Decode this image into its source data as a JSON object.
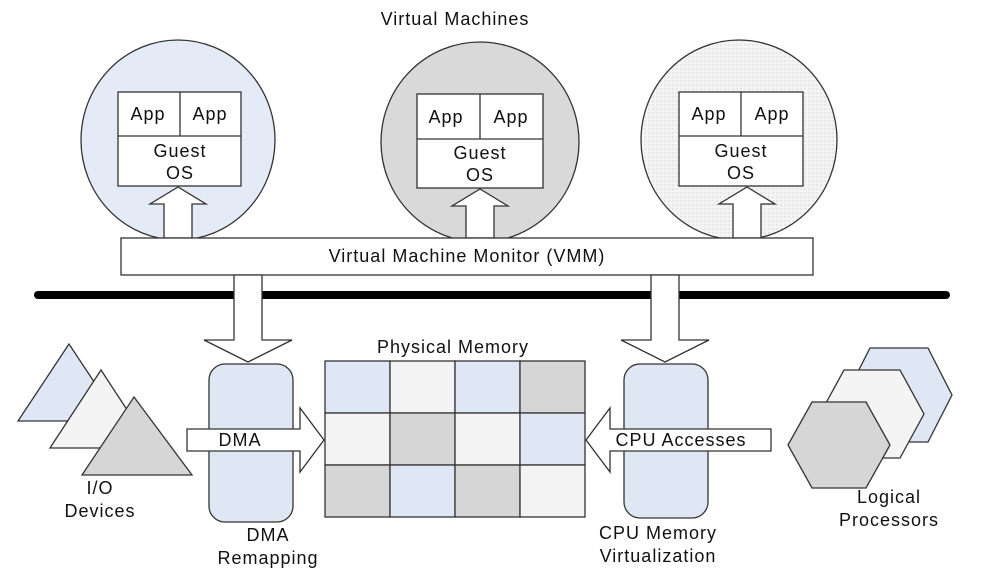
{
  "title": "Virtual Machines",
  "virtual_machines": [
    {
      "apps": [
        "App",
        "App"
      ],
      "os_line1": "Guest",
      "os_line2": "OS",
      "fill": "#e4ebf6"
    },
    {
      "apps": [
        "App",
        "App"
      ],
      "os_line1": "Guest",
      "os_line2": "OS",
      "fill": "#d9d9d9"
    },
    {
      "apps": [
        "App",
        "App"
      ],
      "os_line1": "Guest",
      "os_line2": "OS",
      "fill": "#f2f2f2"
    }
  ],
  "vmm_label": "Virtual Machine Monitor (VMM)",
  "physical_memory": {
    "label": "Physical Memory",
    "cell_colors": [
      [
        "#dfe7f5",
        "#f3f3f3",
        "#dfe7f5",
        "#d6d6d6"
      ],
      [
        "#f3f3f3",
        "#d6d6d6",
        "#f3f3f3",
        "#dfe7f5"
      ],
      [
        "#d6d6d6",
        "#dfe7f5",
        "#d6d6d6",
        "#f3f3f3"
      ]
    ]
  },
  "dma": {
    "arrow_label": "DMA",
    "label_line1": "DMA",
    "label_line2": "Remapping"
  },
  "cpu": {
    "arrow_label": "CPU Accesses",
    "label_line1": "CPU Memory",
    "label_line2": "Virtualization"
  },
  "io": {
    "label_line1": "I/O",
    "label_line2": "Devices"
  },
  "processors": {
    "label_line1": "Logical",
    "label_line2": "Processors"
  },
  "colors": {
    "blue_fill": "#dfe7f5",
    "gray_fill": "#d9d9d9",
    "light_fill": "#f2f2f2",
    "stroke": "#333333"
  }
}
